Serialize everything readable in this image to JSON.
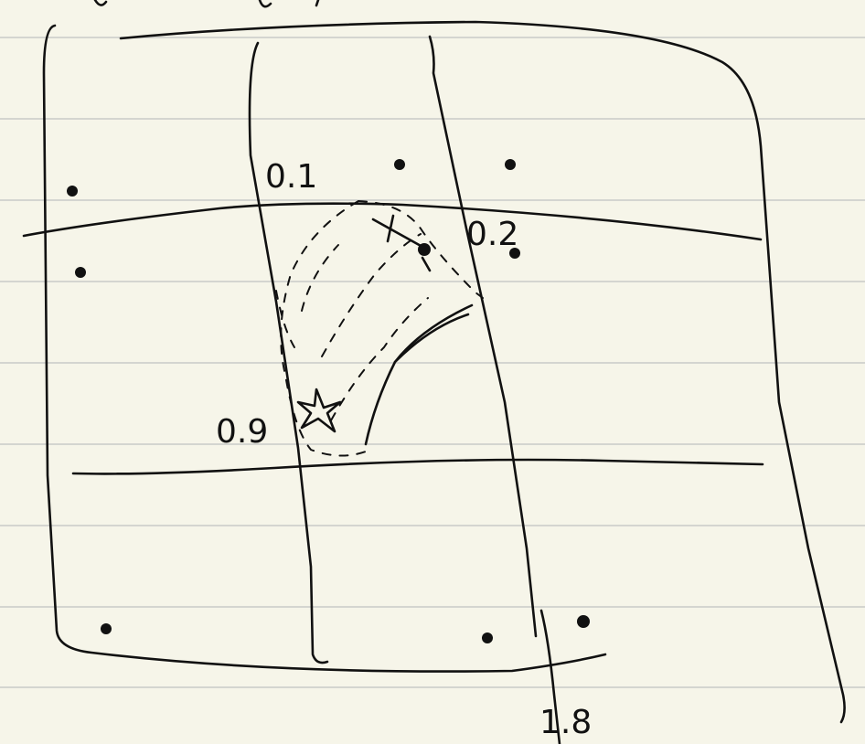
{
  "page": {
    "background": "#f6f5e9",
    "rule_color": "#d4d5d0",
    "ink_color": "#111111"
  },
  "labels": {
    "top_left": "0.1",
    "center_right": "0.2",
    "left_middle": "0.9",
    "bottom_right": "1.8"
  },
  "icons": {
    "goal": "star-icon"
  }
}
